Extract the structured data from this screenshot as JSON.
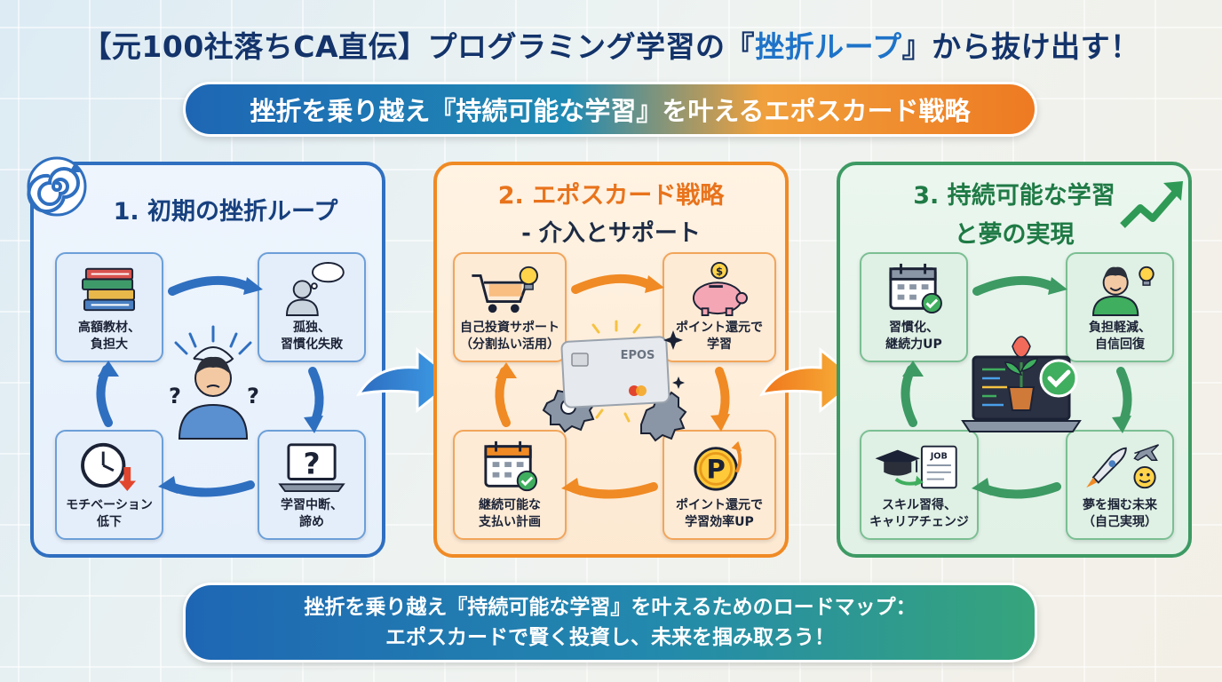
{
  "header": {
    "title_prefix": "【元100社落ちCA直伝】プログラミング学習の『",
    "title_highlight": "挫折ループ",
    "title_suffix": "』から抜け出す！",
    "subtitle": "挫折を乗り越え『持続可能な学習』を叶えるエポスカード戦略"
  },
  "panels": [
    {
      "title": "1. 初期の挫折ループ",
      "cards": [
        {
          "icon": "books-icon",
          "lines": [
            "高額教材、",
            "負担大"
          ]
        },
        {
          "icon": "person-thinking-icon",
          "lines": [
            "孤独、",
            "習慣化失敗"
          ]
        },
        {
          "icon": "laptop-question-icon",
          "lines": [
            "学習中断、",
            "諦め"
          ]
        },
        {
          "icon": "clock-down-icon",
          "lines": [
            "モチベーション",
            "低下"
          ]
        }
      ]
    },
    {
      "title": "2. エポスカード戦略",
      "title2": "- 介入とサポート",
      "card_brand": "EPOS",
      "cards": [
        {
          "icon": "cart-bulb-icon",
          "lines": [
            "自己投資サポート",
            "（分割払い活用）"
          ]
        },
        {
          "icon": "piggy-bank-icon",
          "lines": [
            "ポイント還元で",
            "学習"
          ]
        },
        {
          "icon": "points-coin-icon",
          "lines": [
            "ポイント還元で",
            "学習効率UP"
          ]
        },
        {
          "icon": "calendar-check-icon",
          "lines": [
            "継続可能な",
            "支払い計画"
          ]
        }
      ]
    },
    {
      "title": "3. 持続可能な学習",
      "title2": "と夢の実現",
      "cards": [
        {
          "icon": "calendar-check-icon",
          "lines": [
            "習慣化、",
            "継続力UP"
          ]
        },
        {
          "icon": "person-smile-icon",
          "lines": [
            "負担軽減、",
            "自信回復"
          ]
        },
        {
          "icon": "rocket-plane-icon",
          "lines": [
            "夢を掴む未来",
            "（自己実現）"
          ]
        },
        {
          "icon": "graduation-job-icon",
          "lines": [
            "スキル習得、",
            "キャリアチェンジ"
          ]
        }
      ]
    }
  ],
  "footer": {
    "line1": "挫折を乗り越え『持続可能な学習』を叶えるためのロードマップ：",
    "line2": "エポスカードで賢く投資し、未来を掴み取ろう！"
  },
  "colors": {
    "blue": "#2f6fc0",
    "orange": "#f08a24",
    "green": "#3d9a63",
    "navy": "#13336a"
  }
}
